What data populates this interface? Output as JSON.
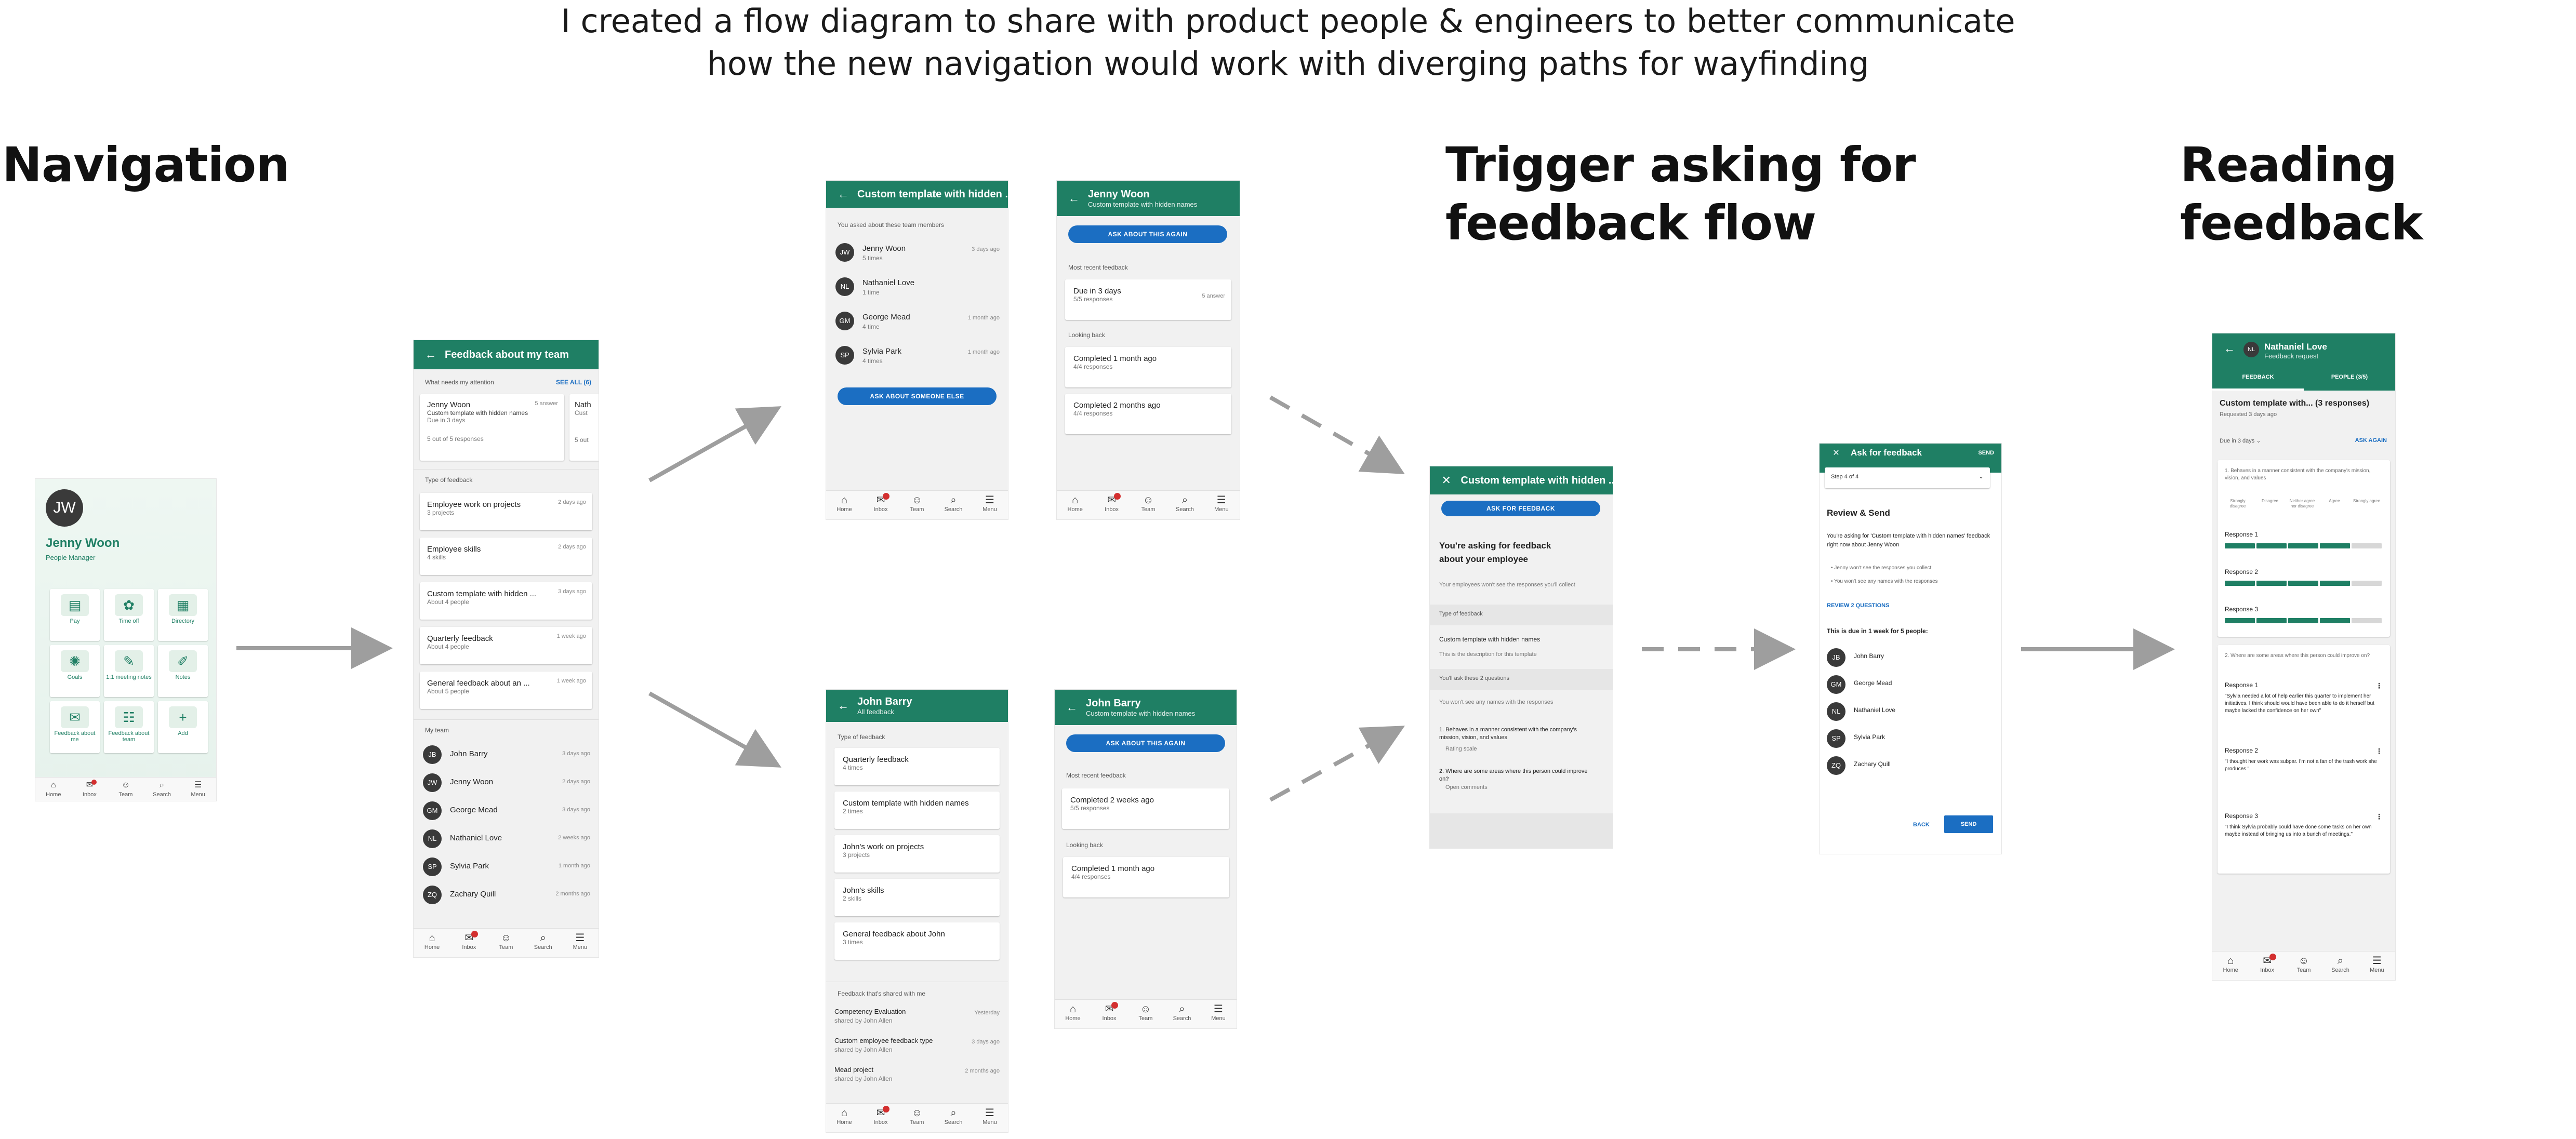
{
  "caption": {
    "line1": "I created a flow diagram to share with product people & engineers to better communicate",
    "line2": "how the new navigation would work with diverging paths for wayfinding"
  },
  "headings": {
    "navigation": "Navigation",
    "trigger_line1": "Trigger asking for",
    "trigger_line2": "feedback flow",
    "reading": "Reading feedback"
  },
  "colors": {
    "brand_green": "#1f7f64",
    "action_blue": "#1b6ec2",
    "badge_red": "#d32f2f",
    "arrow_gray": "#9e9e9e"
  },
  "bottom_nav": [
    "Home",
    "Inbox",
    "Team",
    "Search",
    "Menu"
  ],
  "profile": {
    "avatar": "JW",
    "name": "Jenny Woon",
    "role": "People Manager",
    "tiles": [
      {
        "icon": "pay-icon",
        "glyph": "▤",
        "label": "Pay"
      },
      {
        "icon": "time-off-icon",
        "glyph": "✿",
        "label": "Time off"
      },
      {
        "icon": "directory-icon",
        "glyph": "▦",
        "label": "Directory"
      },
      {
        "icon": "goals-icon",
        "glyph": "✺",
        "label": "Goals"
      },
      {
        "icon": "meeting-notes-icon",
        "glyph": "✎",
        "label": "1:1 meeting notes"
      },
      {
        "icon": "notes-icon",
        "glyph": "✐",
        "label": "Notes"
      },
      {
        "icon": "feedback-about-me-icon",
        "glyph": "✉",
        "label": "Feedback about me"
      },
      {
        "icon": "feedback-about-team-icon",
        "glyph": "☷",
        "label": "Feedback about team"
      },
      {
        "icon": "add-icon",
        "glyph": "+",
        "label": "Add"
      }
    ]
  },
  "team_screen": {
    "title": "Feedback about my team",
    "attention_label": "What needs my attention",
    "see_all": "SEE ALL (6)",
    "attention_card": {
      "name": "Jenny Woon",
      "template": "Custom template with hidden names",
      "due": "Due in 3 days",
      "count": "5 out of 5 responses",
      "badge": "5 answer"
    },
    "attention_card2": {
      "name": "Nath",
      "template": "Cust",
      "count": "5 out"
    },
    "type_label": "Type of feedback",
    "types": [
      {
        "title": "Employee work on projects",
        "sub": "3 projects",
        "date": "2 days ago"
      },
      {
        "title": "Employee skills",
        "sub": "4 skills",
        "date": "2 days ago"
      },
      {
        "title": "Custom template with hidden ...",
        "sub": "About 4 people",
        "date": "3 days ago"
      },
      {
        "title": "Quarterly feedback",
        "sub": "About 4 people",
        "date": "1 week ago"
      },
      {
        "title": "General feedback about an ...",
        "sub": "About 5 people",
        "date": "1 week ago"
      }
    ],
    "team_label": "My team",
    "team": [
      {
        "initials": "JB",
        "name": "John Barry",
        "date": "3 days ago"
      },
      {
        "initials": "JW",
        "name": "Jenny Woon",
        "date": "2 days ago"
      },
      {
        "initials": "GM",
        "name": "George Mead",
        "date": "3 days ago"
      },
      {
        "initials": "NL",
        "name": "Nathaniel Love",
        "date": "2 weeks ago"
      },
      {
        "initials": "SP",
        "name": "Sylvia Park",
        "date": "1 month ago"
      },
      {
        "initials": "ZQ",
        "name": "Zachary Quill",
        "date": "2 months ago"
      }
    ]
  },
  "template_screen": {
    "title": "Custom template with hidden ...",
    "subtitle_label": "You asked about these team members",
    "members": [
      {
        "initials": "JW",
        "name": "Jenny Woon",
        "count": "5 times",
        "date": "3 days ago"
      },
      {
        "initials": "NL",
        "name": "Nathaniel Love",
        "count": "1 time",
        "date": ""
      },
      {
        "initials": "GM",
        "name": "George Mead",
        "count": "4 time",
        "date": "1 month ago"
      },
      {
        "initials": "SP",
        "name": "Sylvia Park",
        "count": "4 times",
        "date": "1 month ago"
      }
    ],
    "button": "ASK ABOUT SOMEONE ELSE"
  },
  "jenny_screen": {
    "title": "Jenny Woon",
    "subtitle": "Custom template with hidden names",
    "button": "ASK ABOUT THIS AGAIN",
    "recent_label": "Most recent feedback",
    "recent": {
      "title": "Due in 3 days",
      "sub": "5/5 responses",
      "badge": "5 answer"
    },
    "back_label": "Looking back",
    "back": [
      {
        "title": "Completed 1 month ago",
        "sub": "4/4 responses"
      },
      {
        "title": "Completed 2 months ago",
        "sub": "4/4 responses"
      }
    ]
  },
  "john_screen": {
    "title": "John Barry",
    "subtitle": "All feedback",
    "type_label": "Type of feedback",
    "types": [
      {
        "title": "Quarterly feedback",
        "sub": "4 times"
      },
      {
        "title": "Custom template with hidden names",
        "sub": "2 times"
      },
      {
        "title": "John's work on projects",
        "sub": "3 projects"
      },
      {
        "title": "John's skills",
        "sub": "2 skills"
      },
      {
        "title": "General feedback about John",
        "sub": "3 times"
      }
    ],
    "shared_label": "Feedback that's shared with me",
    "shared": [
      {
        "title": "Competency Evaluation",
        "sub": "shared by John Allen",
        "date": "Yesterday"
      },
      {
        "title": "Custom employee feedback type",
        "sub": "shared by John Allen",
        "date": "3 days ago"
      },
      {
        "title": "Mead project",
        "sub": "shared by John Allen",
        "date": "2 months ago"
      }
    ]
  },
  "john_template_screen": {
    "title": "John Barry",
    "subtitle": "Custom template with hidden names",
    "button": "ASK ABOUT THIS AGAIN",
    "recent_label": "Most recent feedback",
    "recent": {
      "title": "Completed 2 weeks ago",
      "sub": "5/5 responses"
    },
    "back_label": "Looking back",
    "back": [
      {
        "title": "Completed 1 month ago",
        "sub": "4/4 responses"
      }
    ]
  },
  "ask_screen": {
    "title": "Custom template with hidden ...",
    "button": "ASK FOR FEEDBACK",
    "heading": "You're asking for feedback about your employee",
    "note": "Your employees won't see the responses you'll collect",
    "type_label": "Type of feedback",
    "type_value": "Custom template with hidden names",
    "type_desc": "This is the description for this template",
    "questions_label": "You'll ask these 2 questions",
    "questions_note": "You won't see any names with the responses",
    "q1": "1. Behaves in a manner consistent with the company's mission, vision, and values",
    "q1_type": "Rating scale",
    "q2": "2. Where are some areas where this person could improve on?",
    "q2_type": "Open comments"
  },
  "review_screen": {
    "title": "Ask for feedback",
    "send_top": "SEND",
    "step": "Step 4 of 4",
    "heading": "Review & Send",
    "body": "You're asking for 'Custom template with hidden names' feedback right now about Jenny Woon",
    "bullet1": "Jenny won't see the responses you collect",
    "bullet2": "You won't see any names with the responses",
    "review_link": "REVIEW 2 QUESTIONS",
    "due_text": "This is due in 1 week for 5 people:",
    "people": [
      {
        "initials": "JB",
        "name": "John Barry"
      },
      {
        "initials": "GM",
        "name": "George Mead"
      },
      {
        "initials": "NL",
        "name": "Nathaniel Love"
      },
      {
        "initials": "SP",
        "name": "Sylvia Park"
      },
      {
        "initials": "ZQ",
        "name": "Zachary Quill"
      }
    ],
    "back": "BACK",
    "send": "SEND"
  },
  "reading_screen": {
    "avatar": "NL",
    "title": "Nathaniel Love",
    "subtitle": "Feedback request",
    "tab_feedback": "FEEDBACK",
    "tab_people": "PEOPLE (3/5)",
    "template": "Custom template with... (3 responses)",
    "requested": "Requested 3 days ago",
    "due": "Due in 3 days",
    "ask_again": "ASK AGAIN",
    "q1": "1. Behaves in a manner consistent with the company's mission, vision, and values",
    "scale": [
      "Strongly disagree",
      "Disagree",
      "Neither agree nor disagree",
      "Agree",
      "Strongly agree"
    ],
    "rating_responses": [
      {
        "label": "Response 1",
        "level": 4,
        "max": 5
      },
      {
        "label": "Response 2",
        "level": 4,
        "max": 5
      },
      {
        "label": "Response 3",
        "level": 4,
        "max": 5
      }
    ],
    "q2": "2. Where are some areas where this person could improve on?",
    "comments": [
      {
        "label": "Response 1",
        "text": "\"Sylvia needed a lot of help earlier this quarter to implement her initiatives. I think should would have been able to do it herself but maybe lacked the confidence on her own\""
      },
      {
        "label": "Response 2",
        "text": "\"I thought her work was subpar. I'm not a fan of the trash work she produces.\""
      },
      {
        "label": "Response 3",
        "text": "\"I think Sylvia probably could have done some tasks on her own maybe instead of bringing us into a bunch of meetings.\""
      }
    ]
  }
}
